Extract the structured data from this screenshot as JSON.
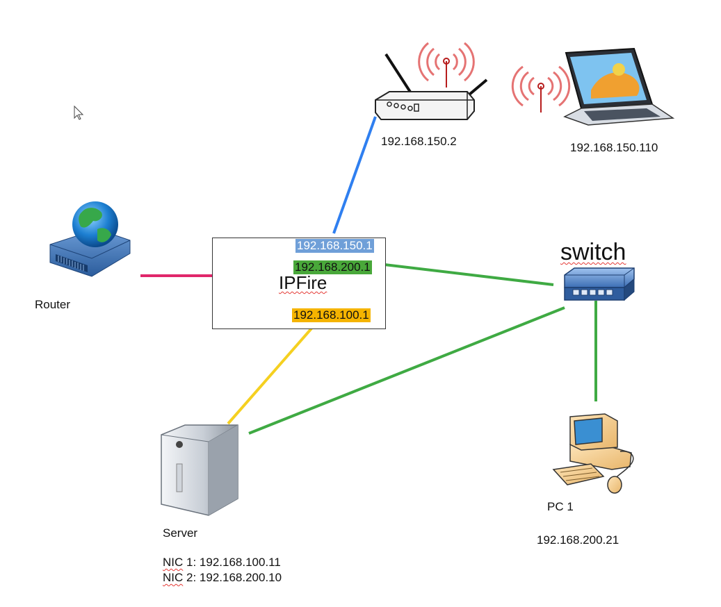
{
  "colors": {
    "blue_link": "#2f7ff0",
    "pink_link": "#e0266a",
    "green_link": "#3faa43",
    "yellow_link": "#f5d020",
    "hl_blue": "#6f9fd8",
    "hl_green": "#49a83a",
    "hl_orange": "#f5b400"
  },
  "icons": {
    "router": "globe-router-icon",
    "wifi_ap": "wireless-access-point-icon",
    "laptop": "laptop-icon",
    "ipfire": "ipfire-penguin-logo",
    "switch": "network-switch-icon",
    "server": "server-tower-icon",
    "pc": "desktop-pc-icon",
    "cursor": "mouse-pointer-icon"
  },
  "router": {
    "label": "Router"
  },
  "ipfire": {
    "name": "IPFire",
    "blue_ip": "192.168.150.1",
    "green_ip": "192.168.200.1",
    "orange_ip": "192.168.100.1"
  },
  "access_point": {
    "ip": "192.168.150.2"
  },
  "laptop": {
    "ip": "192.168.150.110"
  },
  "switch": {
    "label": "switch"
  },
  "server": {
    "label": "Server",
    "nic1_prefix": "NIC",
    "nic1_rest": " 1: 192.168.100.11",
    "nic2_prefix": "NIC",
    "nic2_rest": " 2: 192.168.200.10"
  },
  "pc": {
    "label": "PC 1",
    "ip": "192.168.200.21"
  }
}
